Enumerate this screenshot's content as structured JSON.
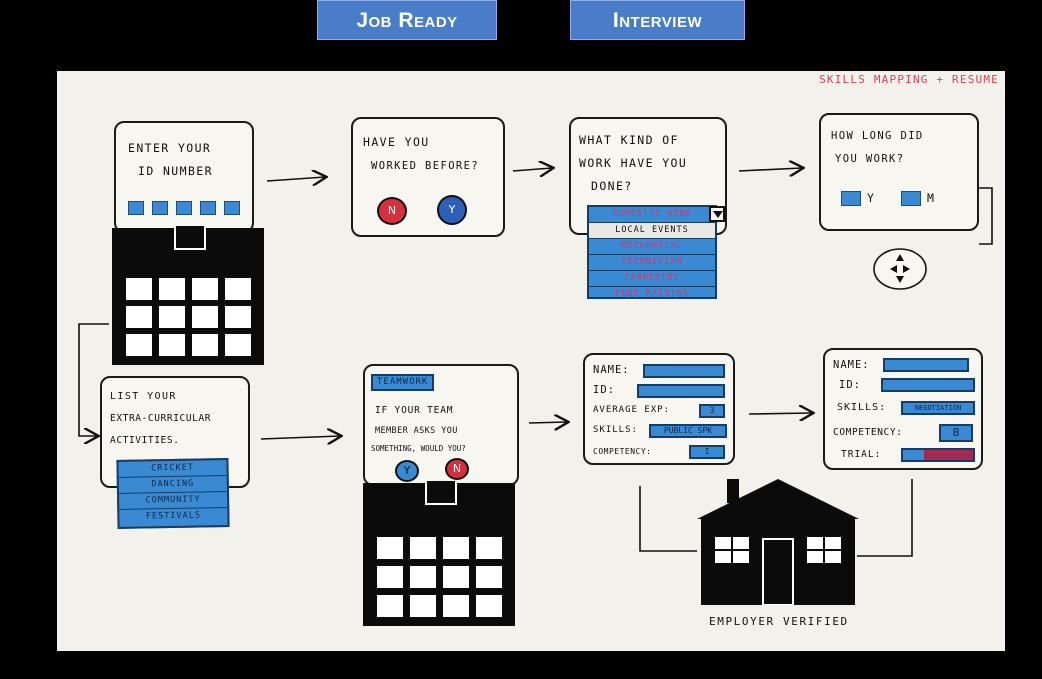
{
  "tabs": [
    {
      "label": "Job Ready"
    },
    {
      "label": "Interview"
    }
  ],
  "board": {
    "corner_label": "Skills Mapping + Resume",
    "id_card": {
      "text_line1": "Enter your",
      "text_line2": "ID Number"
    },
    "worked_card": {
      "text_line1": "Have you",
      "text_line2": "worked before?",
      "no_label": "N",
      "yes_label": "Y"
    },
    "work_kind_card": {
      "text_line1": "What kind of",
      "text_line2": "work have you",
      "text_line3": "done?",
      "options": [
        "Domestic work",
        "Local events",
        "Mechanical",
        "Technician",
        "Carpentry",
        "Fund raising"
      ]
    },
    "duration_card": {
      "text_line1": "How long did",
      "text_line2": "you work?",
      "years_label": "Y",
      "months_label": "M"
    },
    "activities_card": {
      "text_line1": "List your",
      "text_line2": "extra-curricular",
      "text_line3": "activities.",
      "options": [
        "Cricket",
        "Dancing",
        "Community",
        "Festivals"
      ]
    },
    "teamwork_card": {
      "tag": "Teamwork",
      "text_line1": "If your team",
      "text_line2": "member asks you",
      "text_line3": "something, would you?",
      "yes_label": "Y",
      "no_label": "N"
    },
    "profile_card": {
      "name_label": "Name:",
      "id_label": "ID:",
      "avg_exp_label": "Average Exp:",
      "avg_exp_value": "3",
      "skills_label": "Skills:",
      "skills_value": "Public SPK",
      "competency_label": "Competency:",
      "competency_value": "I"
    },
    "verified_card": {
      "name_label": "Name:",
      "id_label": "ID:",
      "skills_label": "Skills:",
      "skills_value": "Negotiation",
      "competency_label": "Competency:",
      "competency_value": "B",
      "trial_label": "Trial:"
    },
    "employer_label": "Employer Verified"
  },
  "colors": {
    "blue": "#3a8ad3",
    "red": "#d9415e",
    "tab": "#4a7dc9"
  }
}
